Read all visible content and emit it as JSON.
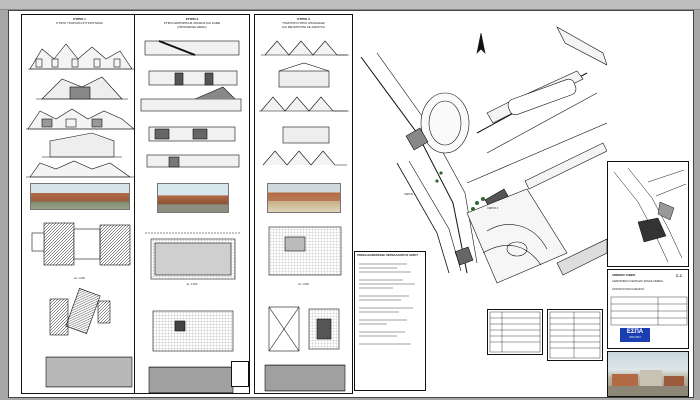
{
  "sheet": {
    "column1": {
      "title": "ΚΤΙΡΙΟ 1",
      "subtitle": "ΚΤΙΡΙΟ ΥΠΑΡΧΟΝ ΣΥΓΚΡΟΤΗΜΑ",
      "scale": "κλ. 1:200"
    },
    "column2": {
      "title": "ΚΤΙΡΙΟ 2",
      "subtitle": "ΚΤΙΡΙΟ ΕΜΠΟΡΙΚΗΣ ΧΡΗΣΗΣ ΚΑΙ ΚΑΦΕ",
      "subtitle2": "(ΠΡΟΣΩΡΙΝΗ ΘΕΣΗ)",
      "scale": "κλ. 1:200"
    },
    "column3": {
      "title": "ΚΤΙΡΙΟ 3",
      "subtitle": "ΥΠΑΡΧΟΝ ΚΤΙΡΙΟ ΑΠΟΘΗΚΗΣ",
      "subtitle2": "ΚΑΙ ΜΕΤΑΤΡΟΠΗ ΣΕ ΑΙΘΟΥΣΑ",
      "scale": "κλ. 1:200"
    },
    "notes_title": "ΓΕΝΙΚΗ ΔΙΑΜΟΡΦΩΣΗ ΠΕΡΙΒΑΛΛΟΝΤΟΣ ΧΩΡΟΥ",
    "title_block": {
      "line1": "ΛΙΜΕΝΙΚΟ ΤΑΜΕΙΟ",
      "line2": "ΔΙΑΜΟΡΦΩΣΗ ΧΕΡΣΑΙΑΣ ΖΩΝΗΣ ΛΙΜΕΝΑ",
      "line3": "ΑΡΧΙΤΕΚΤΟΝΙΚΗ ΜΕΛΕΤΗ",
      "sheet_no": "Σ-1",
      "espa": "ΕΣΠΑ",
      "espa_years": "2007-2013"
    },
    "area_label_1": "ΧΩΡΟΣ 1",
    "area_label_2": "ΧΩΡΟΣ 2"
  },
  "colors": {
    "ink": "#111111",
    "background": "#a7a7a7",
    "sheet": "#ffffff",
    "espa_blue": "#1b3fb3",
    "render_brick": "#b26a45"
  }
}
